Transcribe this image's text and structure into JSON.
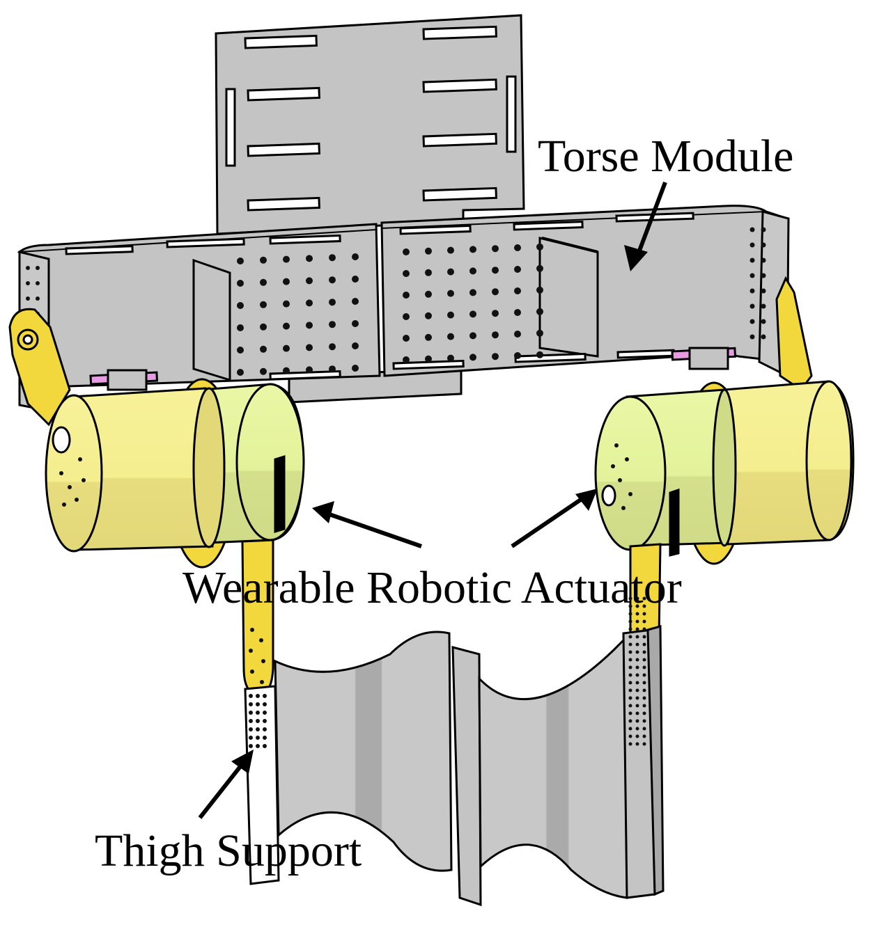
{
  "labels": {
    "torso": "Torse Module",
    "actuator": "Wearable Robotic Actuator",
    "thigh": "Thigh Support"
  },
  "colors": {
    "plate_gray": "#c4c4c4",
    "plate_dark": "#a9a9a9",
    "actuator_yellow": "#f6ef8e",
    "actuator_shade": "#e5d97a",
    "actuator_green": "#e4f39a",
    "link_gold": "#f3d83d",
    "connector_pink": "#e79be2",
    "outline": "#000000"
  },
  "icons": [
    "arrow-icon",
    "hole-pattern-icon",
    "slot-icon"
  ]
}
